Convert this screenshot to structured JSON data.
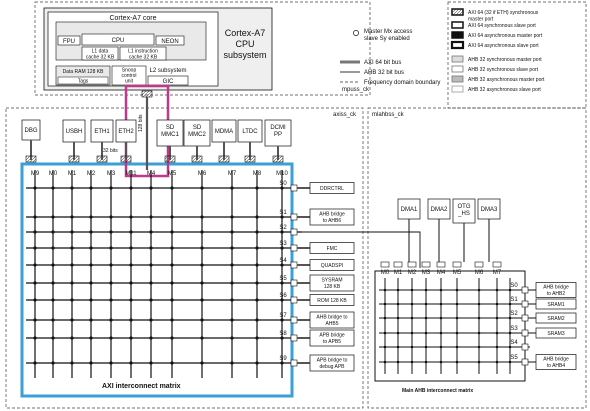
{
  "cpu": {
    "core_title": "Cortex-A7 core",
    "fpu": "FPU",
    "cpu": "CPU",
    "neon": "NEON",
    "l1_data": [
      "L1 data",
      "cache 32 KB"
    ],
    "l1_instr": [
      "L1 instruction",
      "cache 32 KB"
    ],
    "data_ram": "Data RAM 128 KB",
    "tags": "Tags",
    "snoop": [
      "Snoop",
      "control",
      "unit"
    ],
    "l2_subsystem": "L2 subsystem",
    "gic": "GIC",
    "subsystem_label": [
      "Cortex-A7",
      "CPU",
      "subsystem"
    ],
    "domain_label": "mpuss_ck"
  },
  "legend": {
    "master_access": [
      "Master Mx access",
      "slave Sy enabled"
    ],
    "axi_bus": "AXI 64 bit bus",
    "ahb_bus": "AHB 32 bit bus",
    "freq_boundary": "Frequency domain boundary",
    "ports": [
      [
        "AXI 64 (32 if ETH) synchronous",
        "master port"
      ],
      [
        "AXI 64 synchronous slave port"
      ],
      [
        "AXI 64  asynchronous master port"
      ],
      [
        "AXI 64  asynchronous slave port"
      ],
      [
        "AHB 32 synchronous master port"
      ],
      [
        "AHB 32 synchronous slave port"
      ],
      [
        "AHB 32 asynchronous master port"
      ],
      [
        "AHB 32 asynchronous slave port"
      ]
    ]
  },
  "axi": {
    "domain_label": "axiss_ck",
    "title": "AXI interconnect matrix",
    "masters": [
      {
        "label": [
          "DBG"
        ],
        "port": "M9"
      },
      {
        "label": [
          "USBH"
        ],
        "port": "M0"
      },
      {
        "label": [
          "ETH1"
        ],
        "port": "M1"
      },
      {
        "label": [
          "ETH2"
        ],
        "port": "M2"
      },
      {
        "label": [
          "SD",
          "MMC1"
        ],
        "port": "M3"
      },
      {
        "label": [
          "SD",
          "MMC2"
        ],
        "port": "M6"
      },
      {
        "label": [
          "MDMA"
        ],
        "port": "M7"
      },
      {
        "label": [
          "LTDC"
        ],
        "port": "M8"
      },
      {
        "label": [
          "DCMI",
          "PP"
        ],
        "port": "M10"
      }
    ],
    "cpu_ports": [
      "M11",
      "M4"
    ],
    "m5": "M5",
    "bus_label_32": "32 bits",
    "bus_label_128": "128 bits",
    "slaves": [
      {
        "port": "S0",
        "label": [
          "DDRCTRL"
        ]
      },
      {
        "port": "S1",
        "label": [
          "AHB bridge",
          "to AHB6"
        ]
      },
      {
        "port": "S2",
        "label": []
      },
      {
        "port": "S3",
        "label": [
          "FMC"
        ]
      },
      {
        "port": "S4",
        "label": [
          "QUADSPI"
        ]
      },
      {
        "port": "S5",
        "label": [
          "SYSRAM",
          "128 KB"
        ]
      },
      {
        "port": "S6",
        "label": [
          "ROM 128 KB"
        ]
      },
      {
        "port": "S7",
        "label": [
          "AHB bridge to",
          "AHB5"
        ]
      },
      {
        "port": "S8",
        "label": [
          "APB bridge",
          "to APB5"
        ]
      },
      {
        "port": "S9",
        "label": [
          "APB bridge to",
          "debug APB"
        ]
      }
    ]
  },
  "ahb": {
    "domain_label": "mlahbss_ck",
    "title": "Main AHB interconnect matrix",
    "masters": [
      {
        "label": [
          "DMA1"
        ]
      },
      {
        "label": [
          "DMA2"
        ]
      },
      {
        "label": [
          "OTG",
          "_HS"
        ]
      },
      {
        "label": [
          "DMA3"
        ]
      }
    ],
    "ports": [
      "M0",
      "M1",
      "M2",
      "M3",
      "M4",
      "M5",
      "M6",
      "M7"
    ],
    "slaves": [
      {
        "port": "S0",
        "label": [
          "AHB bridge",
          "to AHB2"
        ]
      },
      {
        "port": "S1",
        "label": [
          "SRAM1"
        ]
      },
      {
        "port": "S2",
        "label": [
          "SRAM2"
        ]
      },
      {
        "port": "S3",
        "label": [
          "SRAM3"
        ]
      },
      {
        "port": "S4",
        "label": []
      },
      {
        "port": "S5",
        "label": [
          "AHB bridge",
          "to AHB4"
        ]
      }
    ]
  }
}
